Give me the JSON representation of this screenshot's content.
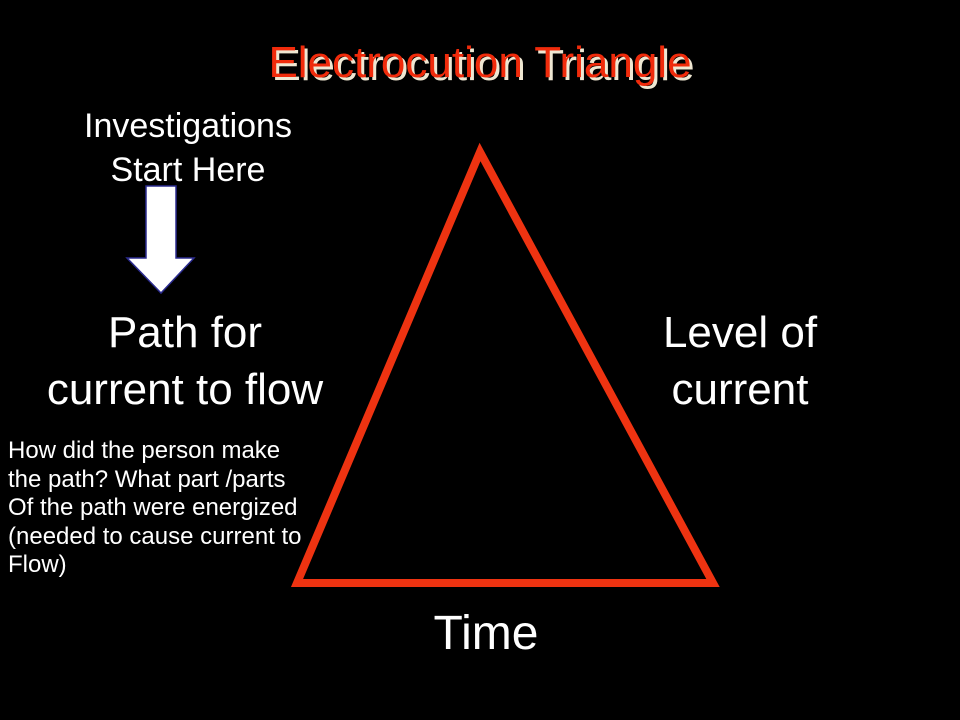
{
  "slide": {
    "title": "Electrocution Triangle",
    "investigations_note": "Investigations\nStart Here",
    "left_label": "Path for\ncurrent to flow",
    "right_label": "Level of\ncurrent",
    "bottom_label": "Time",
    "path_detail": "How did the person make\nthe path? What part /parts\nOf the path were energized\n(needed to cause current to\nFlow)",
    "icons": {
      "down_arrow": "down-arrow-icon"
    },
    "colors": {
      "background": "#000000",
      "title_red": "#f02b0b",
      "title_shadow": "#efe7d2",
      "triangle_stroke": "#ee3311",
      "text_white": "#ffffff",
      "arrow_fill": "#ffffff",
      "arrow_outline": "#2b2b8f"
    }
  }
}
